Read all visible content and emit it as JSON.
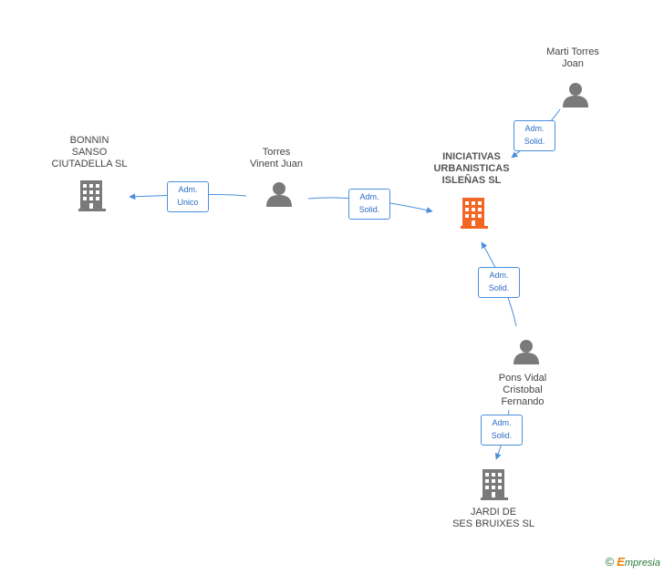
{
  "colors": {
    "edge": "#4a8fdc",
    "person": "#7a7a7a",
    "company": "#7a7a7a",
    "focus_company": "#f26522"
  },
  "nodes": {
    "iniciativas": {
      "label": "INICIATIVAS\nURBANISTICAS\nISLEÑAS SL",
      "kind": "company",
      "focus": true
    },
    "bonnin": {
      "label": "BONNIN\nSANSO\nCIUTADELLA SL",
      "kind": "company"
    },
    "jardi": {
      "label": "JARDI DE\nSES BRUIXES SL",
      "kind": "company"
    },
    "torres_vinent": {
      "label": "Torres\nVinent Juan",
      "kind": "person"
    },
    "marti_torres": {
      "label": "Marti Torres\nJoan",
      "kind": "person"
    },
    "pons_vidal": {
      "label": "Pons Vidal\nCristobal\nFernando",
      "kind": "person"
    }
  },
  "edges": {
    "torres_to_bonnin": {
      "label": "Adm.\nUnico"
    },
    "torres_to_iniciativas": {
      "label": "Adm.\nSolid."
    },
    "marti_to_iniciativas": {
      "label": "Adm.\nSolid."
    },
    "pons_to_iniciativas": {
      "label": "Adm.\nSolid."
    },
    "pons_to_jardi": {
      "label": "Adm.\nSolid."
    }
  },
  "brand": {
    "copyright": "©",
    "first_letter": "E",
    "rest": "mpresia"
  }
}
